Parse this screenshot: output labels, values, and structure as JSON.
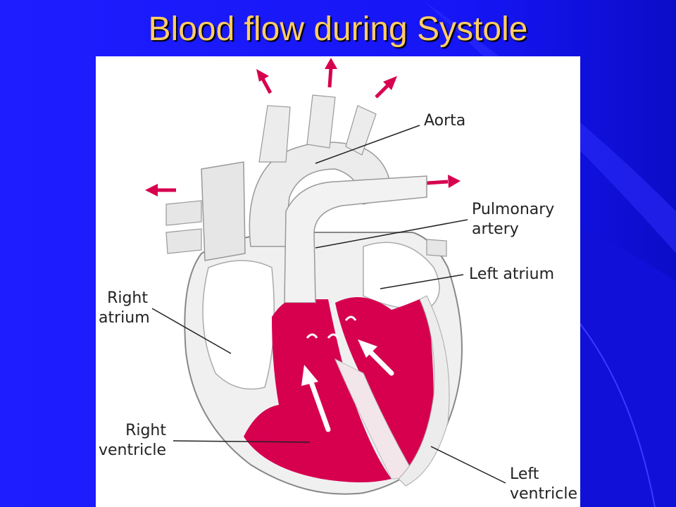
{
  "slide": {
    "title": "Blood flow during Systole",
    "background_color": "#1a1aff",
    "title_color": "#ffcc66"
  },
  "diagram": {
    "labels": {
      "aorta": "Aorta",
      "pulmonary_artery": [
        "Pulmonary",
        "artery"
      ],
      "left_atrium": "Left atrium",
      "right_atrium": [
        "Right",
        "atrium"
      ],
      "right_ventricle": [
        "Right",
        "ventricle"
      ],
      "left_ventricle": [
        "Left",
        "ventricle"
      ]
    },
    "colors": {
      "blood": "#d6004f",
      "arrow": "#d6004f",
      "vessel": "#e8e8e8",
      "outline": "#999999"
    }
  }
}
